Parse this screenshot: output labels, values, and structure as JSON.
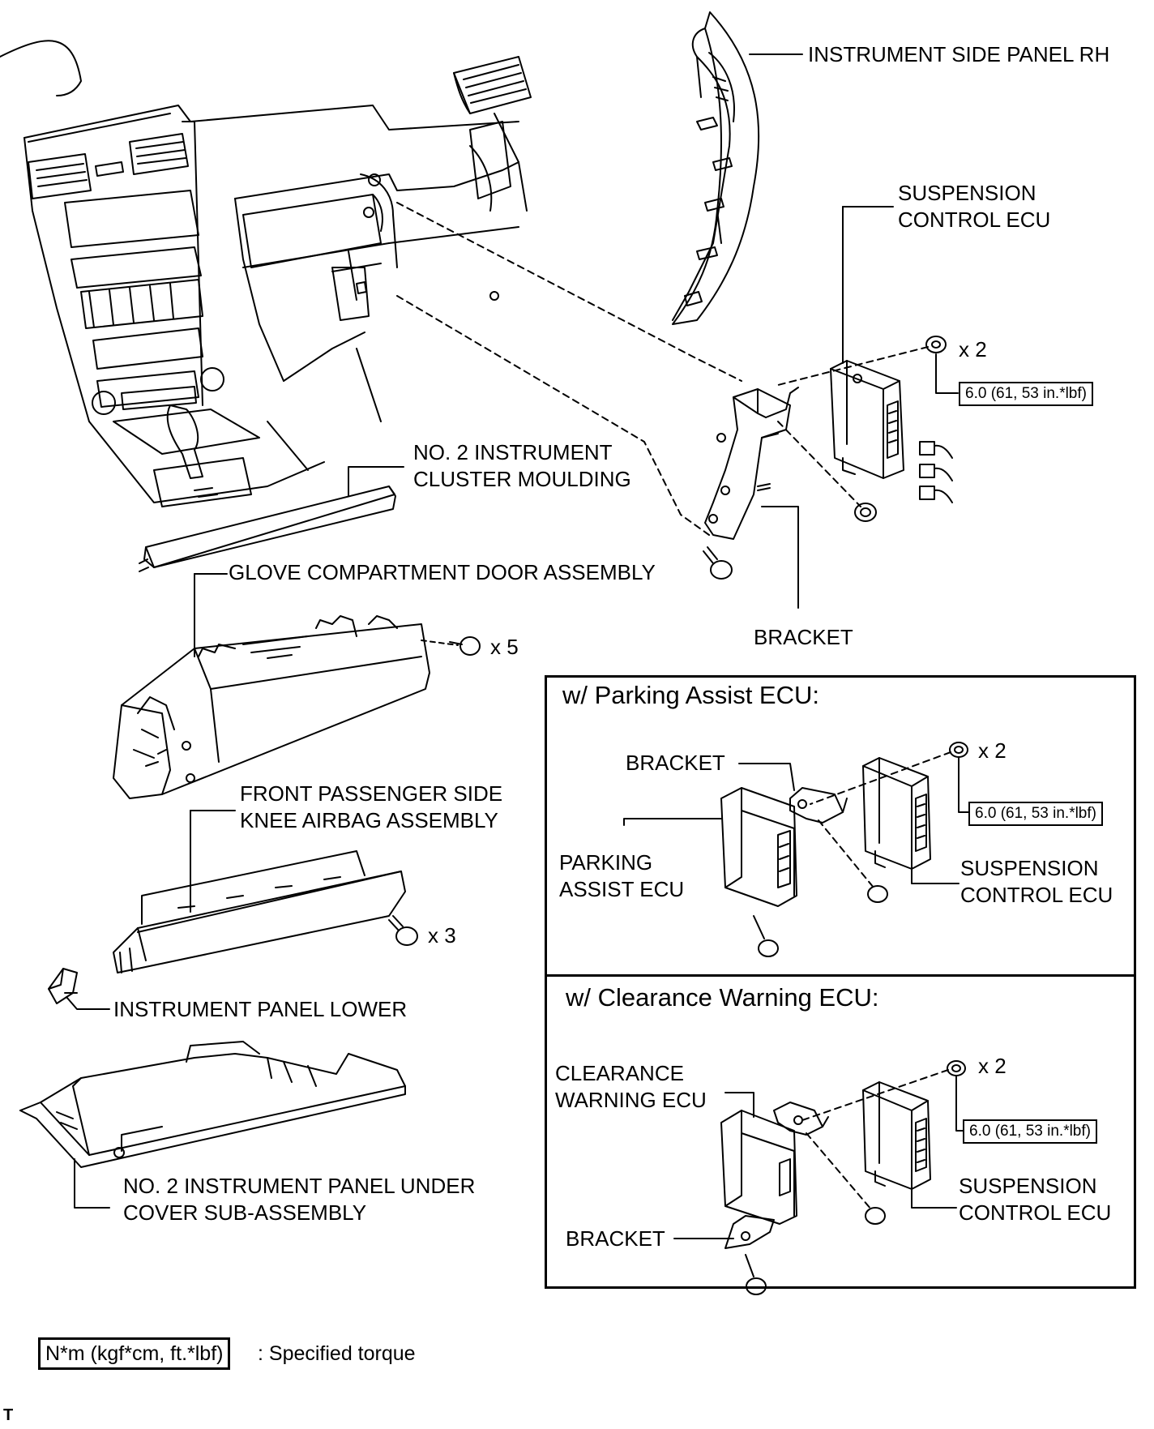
{
  "labels": {
    "side_panel_rh": "INSTRUMENT SIDE PANEL RH",
    "suspension_ecu_1": "SUSPENSION",
    "suspension_ecu_2": "CONTROL ECU",
    "qty_nuts_top": "x 2",
    "torque_top": "6.0 (61, 53 in.*lbf)",
    "cluster_moulding_1": "NO. 2 INSTRUMENT",
    "cluster_moulding_2": "CLUSTER MOULDING",
    "glove_door": "GLOVE COMPARTMENT DOOR ASSEMBLY",
    "bracket_main": "BRACKET",
    "qty_screws_glove": "x 5",
    "knee_airbag_1": "FRONT PASSENGER SIDE",
    "knee_airbag_2": "KNEE AIRBAG ASSEMBLY",
    "qty_bolts_airbag": "x 3",
    "panel_lower": "INSTRUMENT PANEL LOWER",
    "under_cover_1": "NO. 2 INSTRUMENT PANEL UNDER",
    "under_cover_2": "COVER SUB-ASSEMBLY"
  },
  "inset_parking": {
    "title": "w/ Parking Assist ECU:",
    "bracket": "BRACKET",
    "qty_nuts": "x 2",
    "torque": "6.0 (61, 53 in.*lbf)",
    "parking_ecu_1": "PARKING",
    "parking_ecu_2": "ASSIST ECU",
    "suspension_1": "SUSPENSION",
    "suspension_2": "CONTROL ECU"
  },
  "inset_clearance": {
    "title": "w/ Clearance Warning ECU:",
    "qty_nuts": "x 2",
    "clearance_ecu_1": "CLEARANCE",
    "clearance_ecu_2": "WARNING ECU",
    "torque": "6.0 (61, 53 in.*lbf)",
    "suspension_1": "SUSPENSION",
    "suspension_2": "CONTROL ECU",
    "bracket": "BRACKET"
  },
  "legend": {
    "unit_box": "N*m (kgf*cm, ft.*lbf)",
    "description": ": Specified torque"
  },
  "corner_mark": "T"
}
